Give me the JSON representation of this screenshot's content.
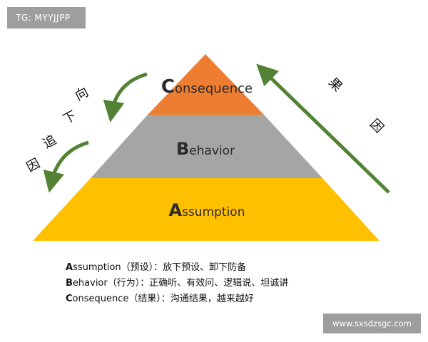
{
  "tag": "TG: MYYJJPP",
  "watermark": "www.sxsdzsgc.com",
  "pyramid": {
    "levels": [
      {
        "initial": "C",
        "rest": "onsequence",
        "color": "#ed7d31"
      },
      {
        "initial": "B",
        "rest": "ehavior",
        "color": "#a5a5a5"
      },
      {
        "initial": "A",
        "rest": "ssumption",
        "color": "#ffc000"
      }
    ]
  },
  "left_arrow_chars": [
    "向",
    "下",
    "追",
    "因"
  ],
  "right_arrow_chars": [
    "果",
    "因"
  ],
  "arrow_color": "#548235",
  "notes": [
    {
      "initial": "A",
      "rest": "ssumption（预设）：放下预设、卸下防备"
    },
    {
      "initial": "B",
      "rest": "ehavior（行为）：正确听、有效问、逻辑说、坦诚讲"
    },
    {
      "initial": "C",
      "rest": "onsequence（结果）：沟通结果，越来越好"
    }
  ]
}
